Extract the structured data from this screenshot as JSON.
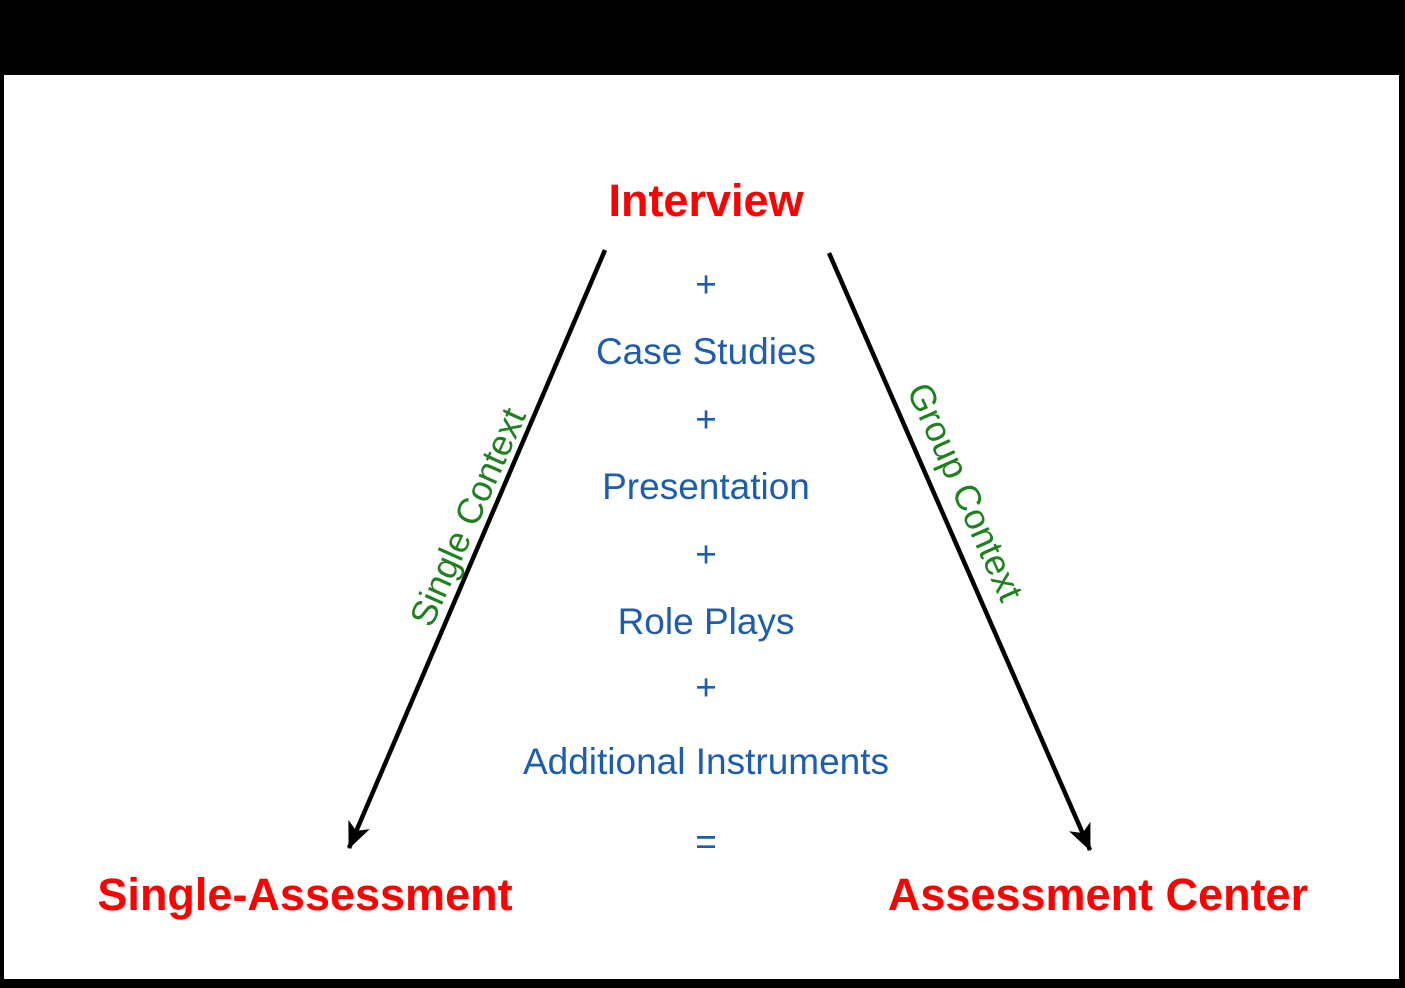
{
  "diagram": {
    "title": "Interview",
    "center_items": [
      "+",
      "Case Studies",
      "+",
      "Presentation",
      "+",
      "Role Plays",
      "+",
      "Additional Instruments",
      "="
    ],
    "left_context_label": "Single Context",
    "right_context_label": "Group Context",
    "bottom_left_label": "Single-Assessment",
    "bottom_right_label": "Assessment Center",
    "colors": {
      "heading_red": "#ff0000",
      "instrument_blue": "#1e5cad",
      "context_green": "#1e801e",
      "arrow_black": "#000000",
      "slide_background": "#ffffff",
      "page_background": "#000000"
    }
  }
}
